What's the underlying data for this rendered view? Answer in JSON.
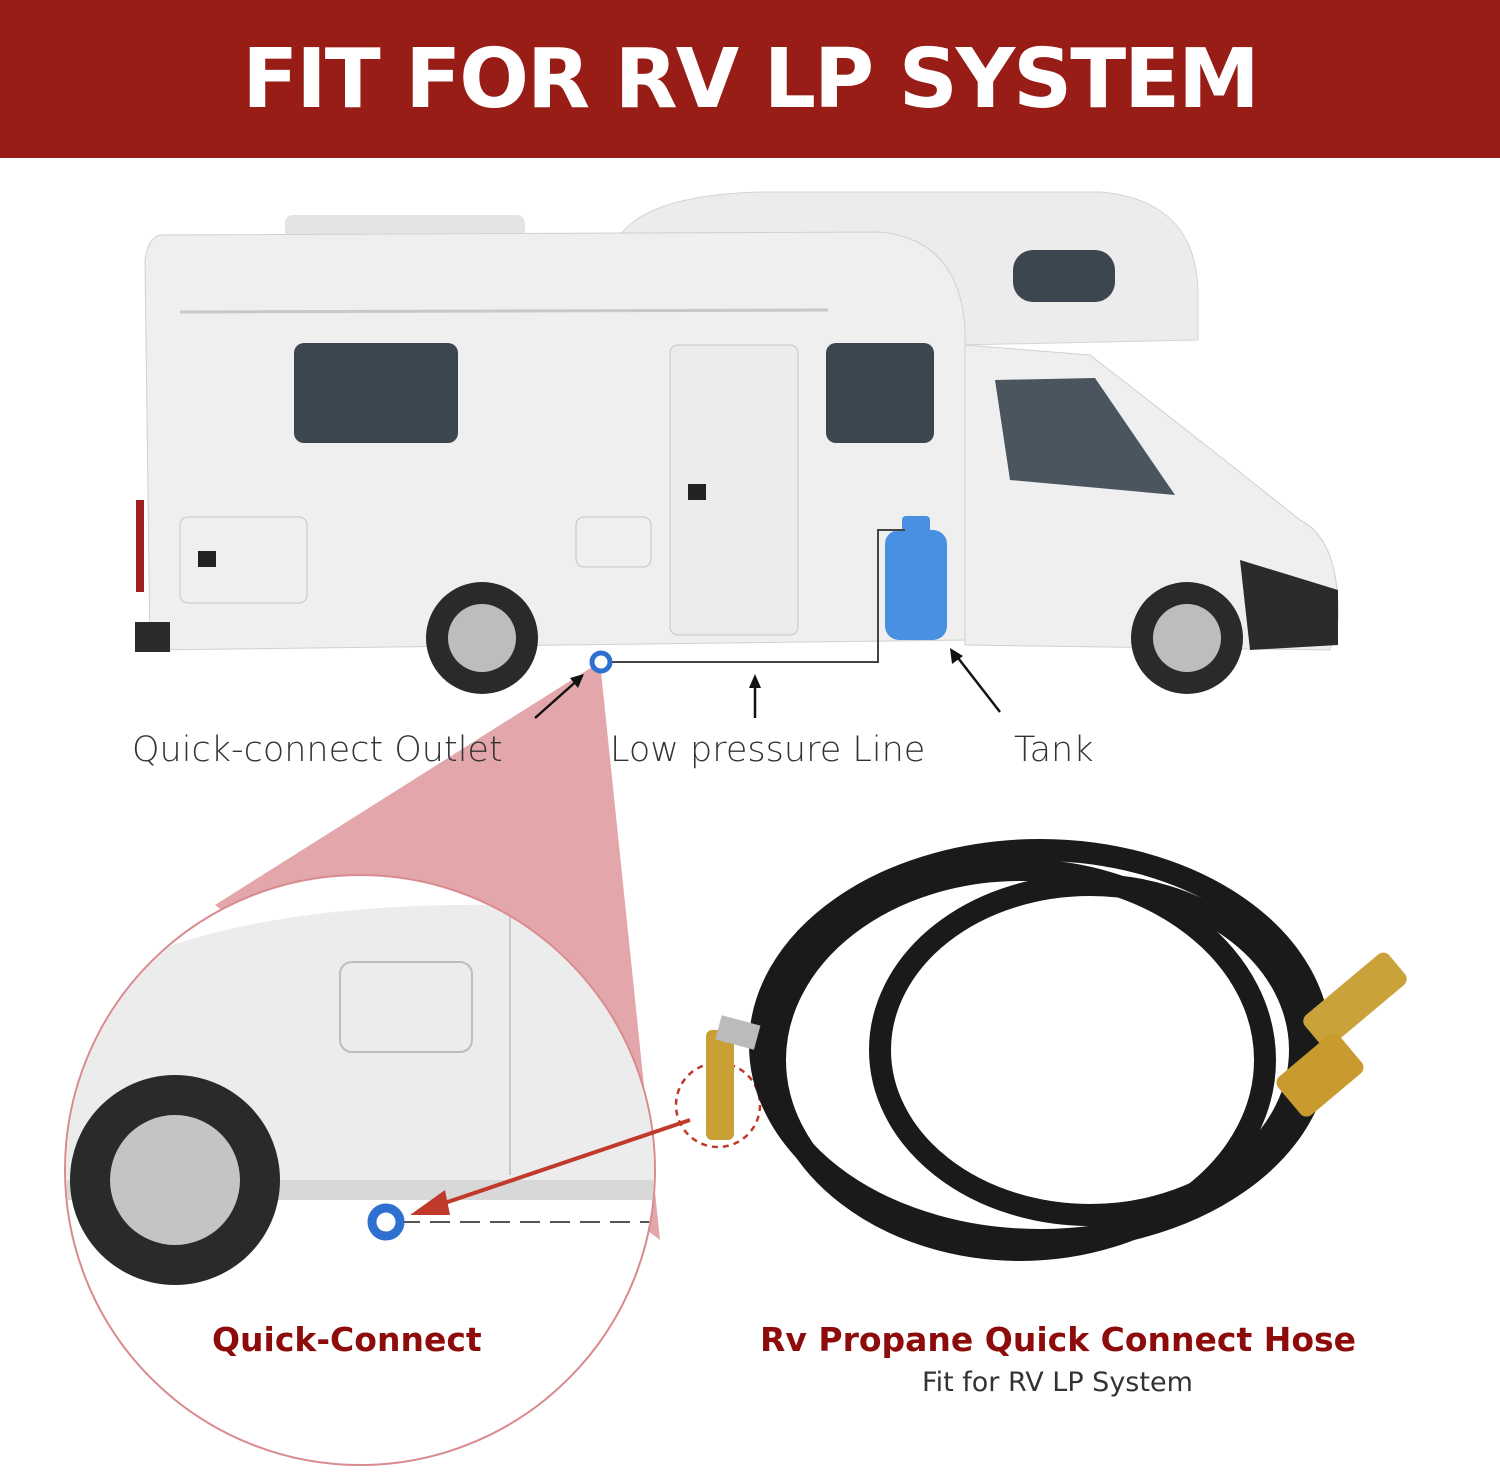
{
  "header": {
    "title": "FIT FOR RV LP SYSTEM"
  },
  "diagram_labels": {
    "outlet": "Quick-connect Outlet",
    "line": "Low pressure Line",
    "tank": "Tank"
  },
  "zoom_label": "Quick-Connect",
  "product": {
    "title": "Rv Propane Quick Connect Hose",
    "subtitle": "Fit for RV LP System"
  },
  "colors": {
    "brand": "#981d16",
    "title": "#8d0b0b",
    "outlet_marker": "#2f6fd0",
    "tank": "#4a90e2"
  }
}
